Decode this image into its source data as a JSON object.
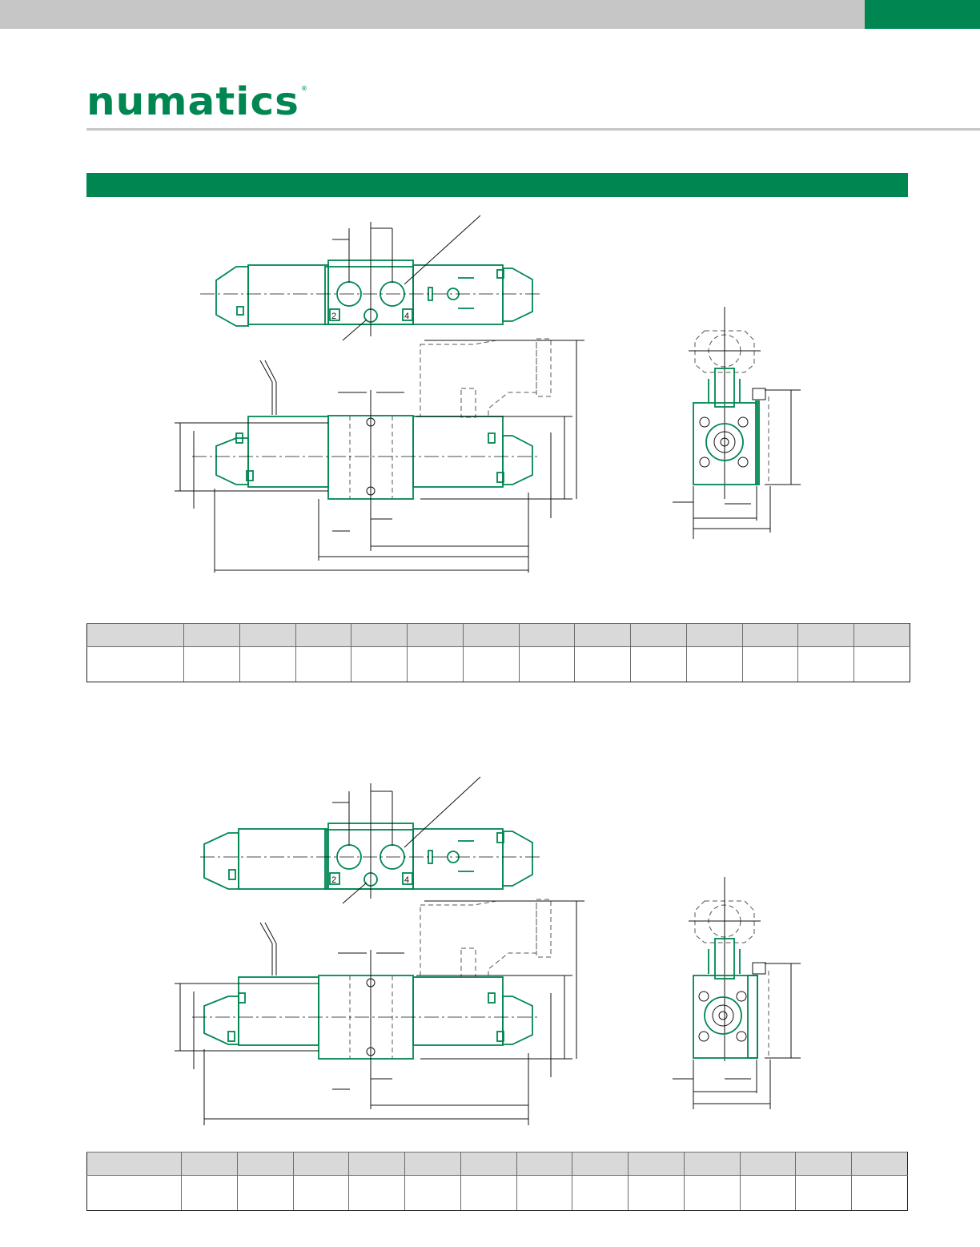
{
  "brand": {
    "name": "numatics",
    "registered_mark": "®",
    "colors": {
      "brand_green": "#008751",
      "bar_grey": "#c6c6c6",
      "table_header": "#d9d9d9"
    }
  },
  "drawings": [
    {
      "port_labels": [
        "2",
        "4"
      ]
    },
    {
      "port_labels": [
        "2",
        "4"
      ]
    }
  ],
  "tables": [
    {
      "header": [
        "",
        "",
        "",
        "",
        "",
        "",
        "",
        "",
        "",
        "",
        "",
        "",
        "",
        ""
      ],
      "row": [
        "",
        "",
        "",
        "",
        "",
        "",
        "",
        "",
        "",
        "",
        "",
        "",
        "",
        ""
      ]
    },
    {
      "header": [
        "",
        "",
        "",
        "",
        "",
        "",
        "",
        "",
        "",
        "",
        "",
        "",
        "",
        ""
      ],
      "row": [
        "",
        "",
        "",
        "",
        "",
        "",
        "",
        "",
        "",
        "",
        "",
        "",
        "",
        ""
      ]
    }
  ]
}
